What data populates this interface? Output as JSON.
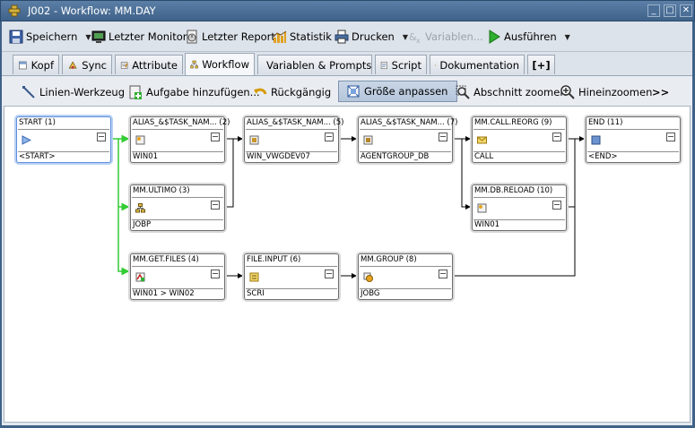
{
  "window": {
    "title": "J002 - Workflow: MM.DAY"
  },
  "toolbar": {
    "save": "Speichern",
    "monitor": "Letzter Monitor",
    "report": "Letzter Report",
    "stats": "Statistik",
    "print": "Drucken",
    "variables": "Variablen...",
    "execute": "Ausführen"
  },
  "tabs": {
    "kopf": "Kopf",
    "sync": "Sync",
    "attribute": "Attribute",
    "workflow": "Workflow",
    "variables": "Variablen & Prompts",
    "script": "Script",
    "doc": "Dokumentation",
    "add": "[+]"
  },
  "subtoolbar": {
    "lines": "Linien-Werkzeug",
    "add_task": "Aufgabe hinzufügen...",
    "undo": "Rückgängig",
    "fit": "Größe anpassen",
    "zoom_section": "Abschnitt zoomen",
    "zoom_in": "Hineinzoomen",
    "more": ">>"
  },
  "nodes": {
    "start": {
      "head": "START (1)",
      "foot": "<START>"
    },
    "alias2": {
      "head": "ALIAS_&$TASK_NAM... (2)",
      "foot": "WIN01"
    },
    "alias5": {
      "head": "ALIAS_&$TASK_NAM... (5)",
      "foot": "WIN_VWGDEV07"
    },
    "alias7": {
      "head": "ALIAS_&$TASK_NAM... (7)",
      "foot": "AGENTGROUP_DB"
    },
    "reorg": {
      "head": "MM.CALL.REORG (9)",
      "foot": "CALL"
    },
    "end": {
      "head": "END (11)",
      "foot": "<END>"
    },
    "ultimo": {
      "head": "MM.ULTIMO (3)",
      "foot": "JOBP"
    },
    "reload": {
      "head": "MM.DB.RELOAD (10)",
      "foot": "WIN01"
    },
    "getfiles": {
      "head": "MM.GET.FILES (4)",
      "foot": "WIN01 > WIN02"
    },
    "fileinput": {
      "head": "FILE.INPUT (6)",
      "foot": "SCRI"
    },
    "group": {
      "head": "MM.GROUP (8)",
      "foot": "JOBG"
    }
  },
  "colors": {
    "highlight_line": "#33cc33",
    "line": "#000000",
    "start_border": "#5e8fdc"
  }
}
